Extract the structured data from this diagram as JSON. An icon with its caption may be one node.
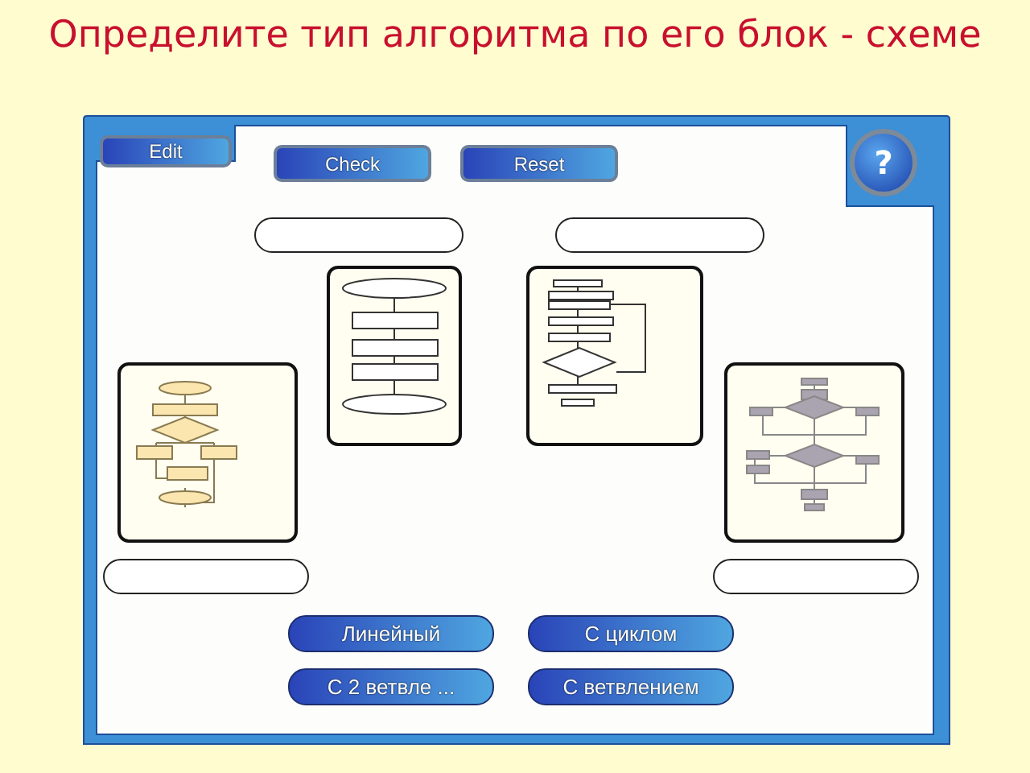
{
  "diagram": {
    "title": "Определите тип алгоритма по его блок - схеме",
    "nodes": [
      {
        "text": [],
        "shape": "box"
      },
      {
        "text": [],
        "shape": "box"
      },
      {
        "text": [],
        "shape": "picture"
      },
      {
        "text": [],
        "shape": "picture"
      },
      {
        "text": [],
        "shape": "picture"
      },
      {
        "text": [],
        "shape": "picture"
      },
      {
        "text": [],
        "shape": "box"
      },
      {
        "text": [],
        "shape": "box"
      }
    ],
    "edges": [],
    "labels": [
      "Edit",
      "Check",
      "Reset",
      "?",
      "Линейный",
      "С циклом",
      "С 2 ветвле ...",
      "С ветвлением"
    ]
  }
}
